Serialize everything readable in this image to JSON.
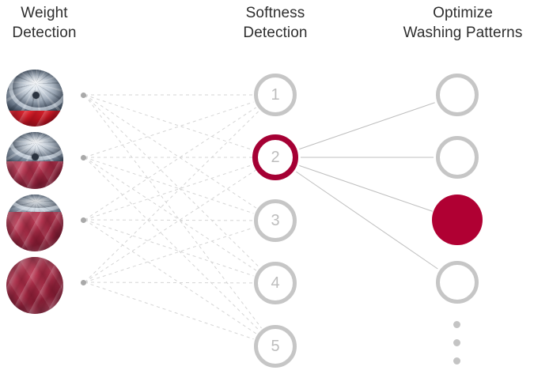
{
  "headers": {
    "weight": {
      "line1": "Weight",
      "line2": "Detection"
    },
    "softness": {
      "line1": "Softness",
      "line2": "Detection"
    },
    "optimize": {
      "line1": "Optimize",
      "line2": "Washing Patterns"
    }
  },
  "colors": {
    "accent": "#a50034",
    "accent_fill": "#b00033",
    "ring_gray": "#c6c6c6",
    "text_gray": "#bdbdbd",
    "header_text": "#2e2e2e",
    "edge_gray": "#d5d5d5",
    "node_gray": "#a9a9a9",
    "dot_gray": "#c4c4c4"
  },
  "input_layer": {
    "name": "weight-detection-inputs",
    "items": [
      {
        "label": "drum-empty-thumbnail",
        "fill_level": "25%",
        "icon": "washer-drum-icon"
      },
      {
        "label": "drum-half-thumbnail",
        "fill_level": "50%",
        "icon": "washer-drum-icon"
      },
      {
        "label": "drum-mostly-full-thumbnail",
        "fill_level": "75%",
        "icon": "washer-drum-icon"
      },
      {
        "label": "drum-full-thumbnail",
        "fill_level": "100%",
        "icon": "washer-drum-icon"
      }
    ]
  },
  "hidden_layer": {
    "name": "softness-detection-nodes",
    "nodes": [
      {
        "label": "1",
        "state": "inactive"
      },
      {
        "label": "2",
        "state": "active"
      },
      {
        "label": "3",
        "state": "inactive"
      },
      {
        "label": "4",
        "state": "inactive"
      },
      {
        "label": "5",
        "state": "inactive"
      }
    ]
  },
  "output_layer": {
    "name": "optimize-washing-pattern-nodes",
    "nodes": [
      {
        "label": "",
        "state": "inactive"
      },
      {
        "label": "",
        "state": "inactive"
      },
      {
        "label": "",
        "state": "selected"
      },
      {
        "label": "",
        "state": "inactive"
      }
    ],
    "overflow_indicator": "more-results-ellipsis"
  }
}
